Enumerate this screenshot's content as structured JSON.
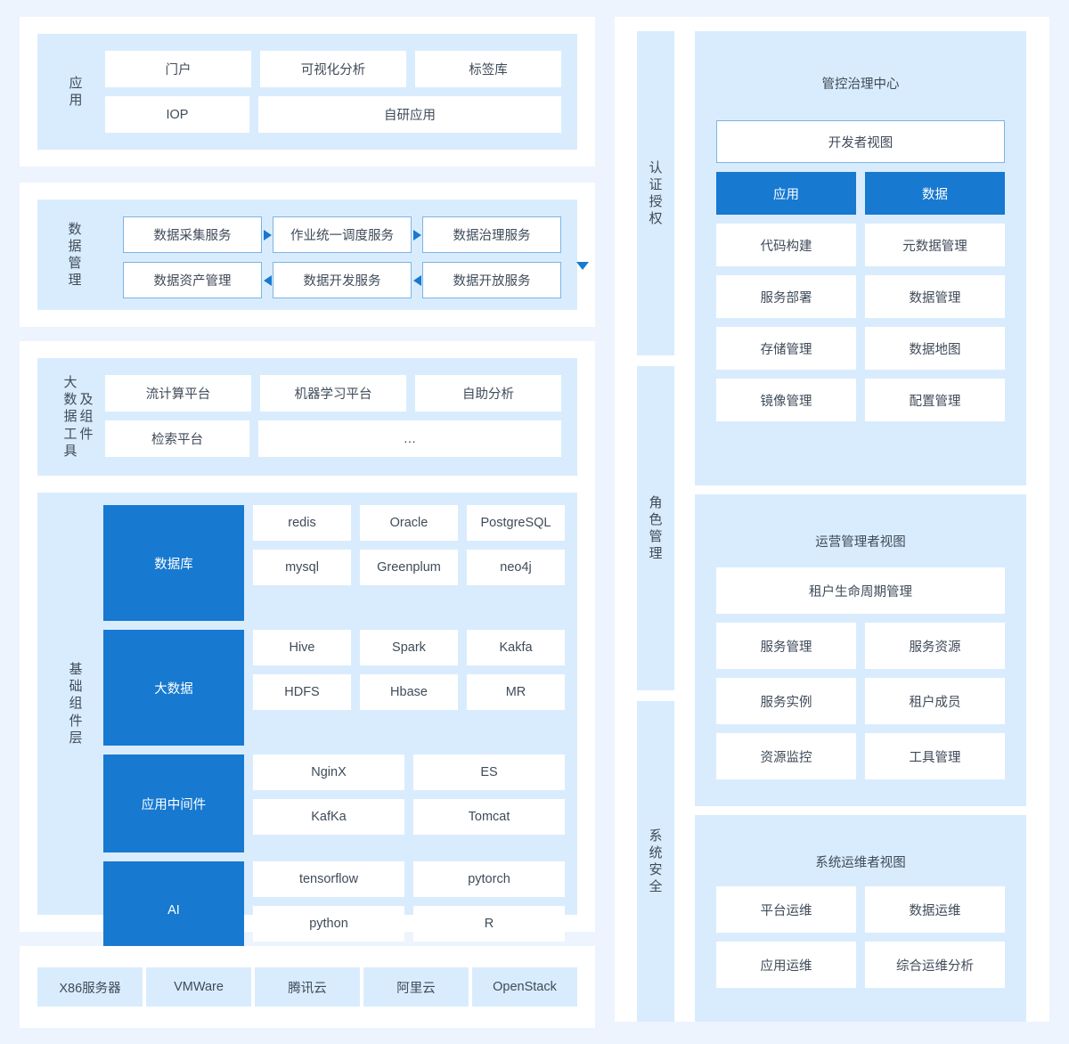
{
  "colors": {
    "accent_blue": "#1779d0",
    "panel_light_blue": "#d9ecfd",
    "page_background": "#eef4fd",
    "tile_border_blue": "#7cb4e4"
  },
  "left": {
    "application": {
      "label_chars": [
        "应",
        "用"
      ],
      "rows": [
        [
          {
            "text": "门户",
            "flex": 1
          },
          {
            "text": "可视化分析",
            "flex": 1
          },
          {
            "text": "标签库",
            "flex": 1
          }
        ],
        [
          {
            "text": "IOP",
            "flex": 1
          },
          {
            "text": "自研应用",
            "flex": 2.1
          }
        ]
      ]
    },
    "data_management": {
      "label_chars": [
        "数",
        "据",
        "管",
        "理"
      ],
      "row_top": [
        "数据采集服务",
        "作业统一调度服务",
        "数据治理服务"
      ],
      "row_bottom": [
        "数据资产管理",
        "数据开发服务",
        "数据开放服务"
      ],
      "arrows": {
        "top": "arrow-right",
        "bottom": "arrow-left",
        "vertical": "arrow-down"
      }
    },
    "bigdata_tools": {
      "label_col1": [
        "大",
        "数",
        "据",
        "工",
        "具"
      ],
      "label_col2": [
        "及",
        "组",
        "件"
      ],
      "rows": [
        [
          {
            "text": "流计算平台",
            "flex": 1
          },
          {
            "text": "机器学习平台",
            "flex": 1
          },
          {
            "text": "自助分析",
            "flex": 1
          }
        ],
        [
          {
            "text": "检索平台",
            "flex": 1
          },
          {
            "text": "…",
            "flex": 2.1
          }
        ]
      ]
    },
    "base_components": {
      "label_chars": [
        "基",
        "础",
        "组",
        "件",
        "层"
      ],
      "groups": [
        {
          "category": "数据库",
          "columns": 3,
          "lines": [
            [
              "redis",
              "Oracle",
              "PostgreSQL"
            ],
            [
              "mysql",
              "Greenplum",
              "neo4j"
            ]
          ]
        },
        {
          "category": "大数据",
          "columns": 3,
          "lines": [
            [
              "Hive",
              "Spark",
              "Kakfa"
            ],
            [
              "HDFS",
              "Hbase",
              "MR"
            ]
          ]
        },
        {
          "category": "应用中间件",
          "columns": 2,
          "lines": [
            [
              "NginX",
              "ES"
            ],
            [
              "KafKa",
              "Tomcat"
            ]
          ]
        },
        {
          "category": "AI",
          "columns": 2,
          "lines": [
            [
              "tensorflow",
              "pytorch"
            ],
            [
              "python",
              "R"
            ]
          ]
        }
      ]
    },
    "infrastructure": {
      "items": [
        "X86服务器",
        "VMWare",
        "腾讯云",
        "阿里云",
        "OpenStack"
      ]
    }
  },
  "right": {
    "vertical_bars": [
      {
        "name": "auth",
        "chars": [
          "认",
          "证",
          "授",
          "权"
        ]
      },
      {
        "name": "role",
        "chars": [
          "角",
          "色",
          "管",
          "理"
        ]
      },
      {
        "name": "security",
        "chars": [
          "系",
          "统",
          "安",
          "全"
        ]
      }
    ],
    "governance": {
      "title": "管控治理中心",
      "featured": "开发者视图",
      "highlight_pair": [
        "应用",
        "数据"
      ],
      "pairs": [
        [
          "代码构建",
          "元数据管理"
        ],
        [
          "服务部署",
          "数据管理"
        ],
        [
          "存储管理",
          "数据地图"
        ],
        [
          "镜像管理",
          "配置管理"
        ]
      ]
    },
    "operations": {
      "title": "运营管理者视图",
      "featured": "租户生命周期管理",
      "pairs": [
        [
          "服务管理",
          "服务资源"
        ],
        [
          "服务实例",
          "租户成员"
        ],
        [
          "资源监控",
          "工具管理"
        ]
      ]
    },
    "sysops": {
      "title": "系统运维者视图",
      "pairs": [
        [
          "平台运维",
          "数据运维"
        ],
        [
          "应用运维",
          "综合运维分析"
        ]
      ]
    }
  }
}
